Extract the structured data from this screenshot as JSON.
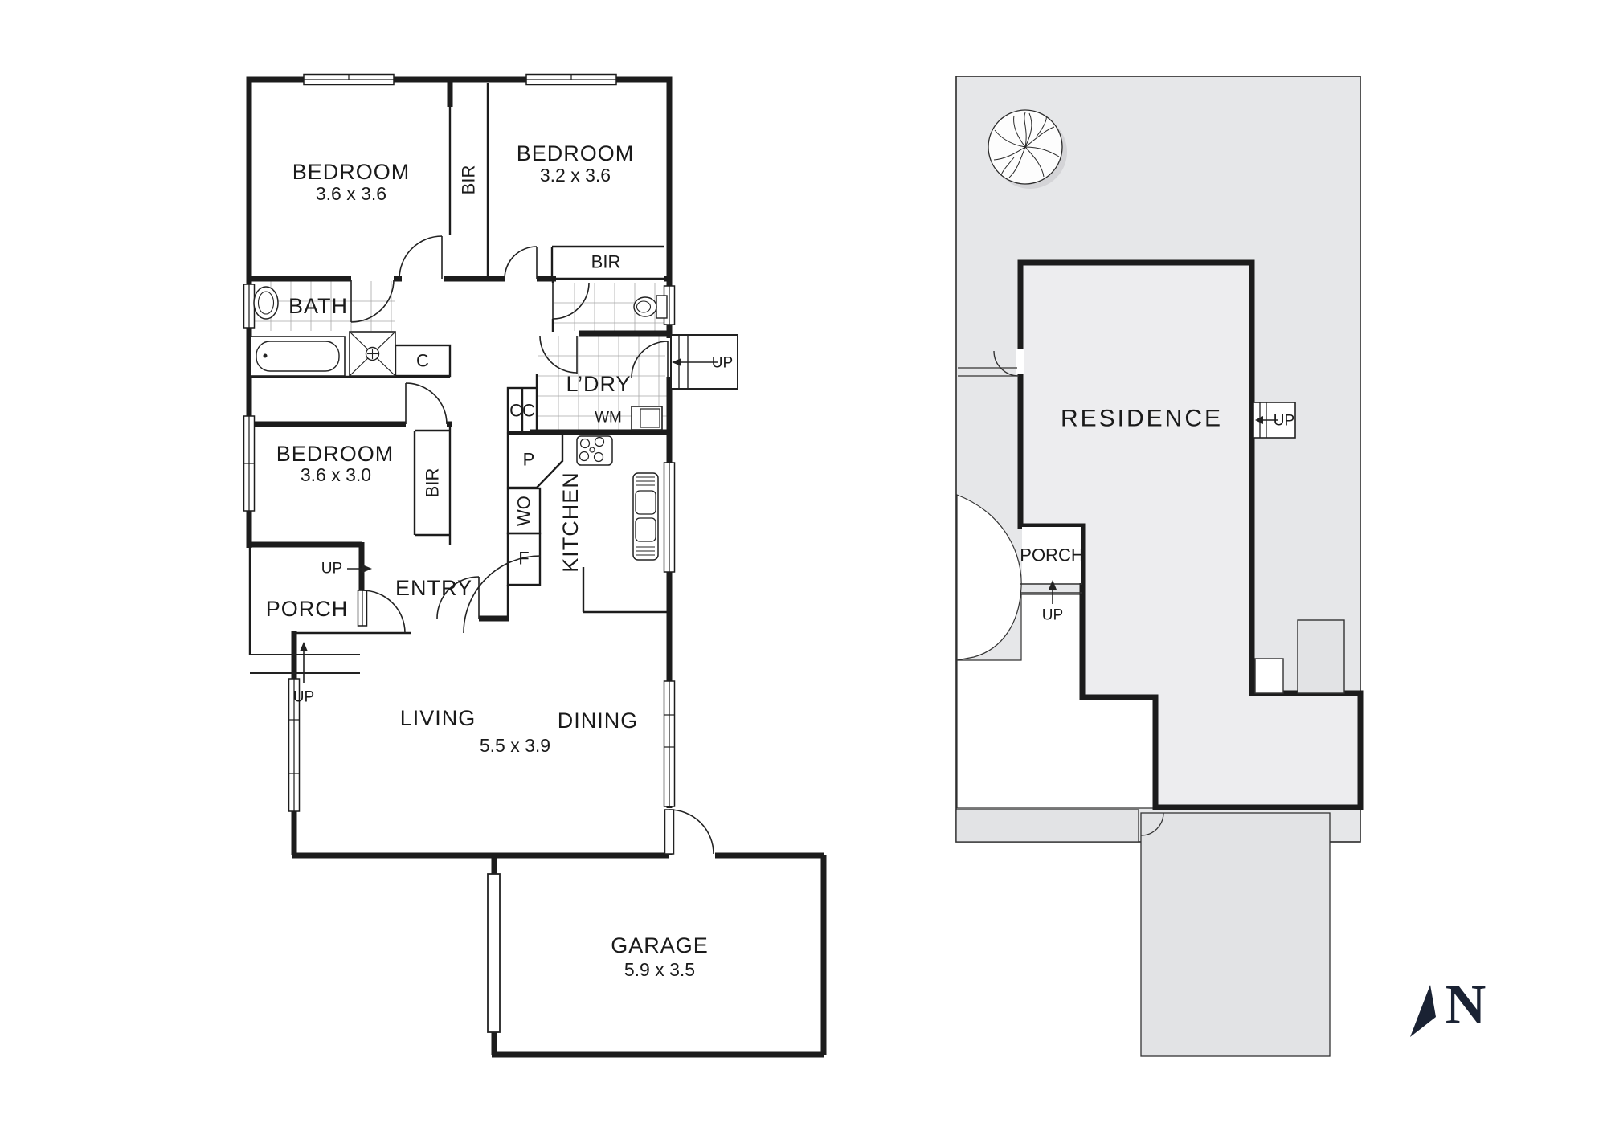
{
  "floorplan": {
    "bedrooms": [
      {
        "name": "BEDROOM",
        "dims": "3.6 x 3.6"
      },
      {
        "name": "BEDROOM",
        "dims": "3.2 x 3.6"
      },
      {
        "name": "BEDROOM",
        "dims": "3.6 x 3.0"
      }
    ],
    "living": "LIVING",
    "dining": "DINING",
    "living_dining_dims": "5.5 x 3.9",
    "garage": "GARAGE",
    "garage_dims": "5.9 x 3.5",
    "bath": "BATH",
    "laundry": "L’DRY",
    "kitchen": "KITCHEN",
    "entry": "ENTRY",
    "porch": "PORCH",
    "robe": "BIR",
    "washing_machine": "WM",
    "cupboard": "C",
    "cupboards": "CC",
    "pantry": "P",
    "wall_oven": "WO",
    "fridge": "F",
    "up": "UP"
  },
  "siteplan": {
    "residence": "RESIDENCE",
    "porch": "PORCH",
    "up": "UP"
  },
  "compass": {
    "north": "N"
  },
  "colors": {
    "wall": "#1c1c1c",
    "site_gray": "#e6e7e9",
    "residence_gray": "#ededef",
    "block_gray": "#e2e3e5",
    "compass_navy": "#1a2233"
  }
}
